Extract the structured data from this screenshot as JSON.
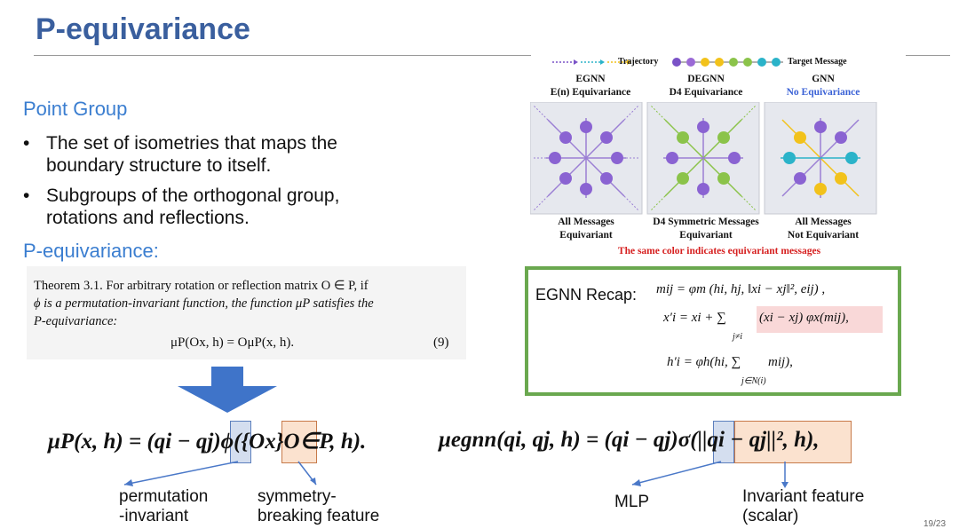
{
  "slide": {
    "title": "P-equivariance",
    "section_point_group": "Point Group",
    "bullets": [
      "The set of isometries that maps the boundary structure to itself.",
      "Subgroups of the orthogonal group, rotations and reflections."
    ],
    "section_p_equivariance": "P-equivariance:",
    "bullet_symbol": "•"
  },
  "theorem": {
    "line1": "Theorem 3.1. For arbitrary rotation or reflection matrix O ∈ P, if",
    "line2": "ϕ is a permutation-invariant function, the function μP satisfies the",
    "line3": "P-equivariance:",
    "equation": "μP(Ox, h) = OμP(x, h).",
    "eq_number": "(9)"
  },
  "figure": {
    "legend_trajectory": "Trajectory",
    "legend_target": "Target Message",
    "columns": [
      {
        "name": "EGNN",
        "subtitle": "E(n) Equivariance",
        "caption1": "All Messages",
        "caption2": "Equivariant"
      },
      {
        "name": "DEGNN",
        "subtitle": "D4 Equivariance",
        "caption1": "D4 Symmetric Messages",
        "caption2": "Equivariant"
      },
      {
        "name": "GNN",
        "subtitle": "No Equivariance",
        "caption1": "All Messages",
        "caption2": "Not Equivariant"
      }
    ],
    "note": "The same color indicates equivariant messages",
    "colors": {
      "purple": "#7a52c7",
      "green": "#8bc34a",
      "yellow": "#f2c21b",
      "cyan": "#2bb3c9",
      "red": "#d61f1f",
      "blue_sub": "#3b62d6"
    }
  },
  "recap": {
    "label": "EGNN Recap:",
    "eq1": "mij = φm (hi, hj, ‖xi − xj‖², eij) ,",
    "eq2_lhs": "x′i = xi + ∑",
    "eq2_hl": "(xi − xj) φx(mij),",
    "eq2_sub": "j≠i",
    "eq3_lhs": "h′i = φh(hi, ∑",
    "eq3_rhs": "mij),",
    "eq3_sub": "j∈N(i)"
  },
  "bottom": {
    "left_formula_prefix": "μP(x, h) = (qi − qj)",
    "left_phi": "ϕ",
    "left_mid": "({",
    "left_Ox": "Ox",
    "left_suffix": "}O∈P, h).",
    "right_formula_prefix": "μegnn(qi, qj, h) = (qi − qj)",
    "right_sigma": "σ",
    "right_mid": "(",
    "right_norm": "||qi − qj||",
    "right_suffix": "², h),",
    "ann_perm_1": "permutation",
    "ann_perm_2": "-invariant",
    "ann_sym_1": "symmetry-",
    "ann_sym_2": "breaking feature",
    "ann_mlp": "MLP",
    "ann_inv_1": "Invariant feature",
    "ann_inv_2": "(scalar)",
    "page_num": "19/23"
  }
}
